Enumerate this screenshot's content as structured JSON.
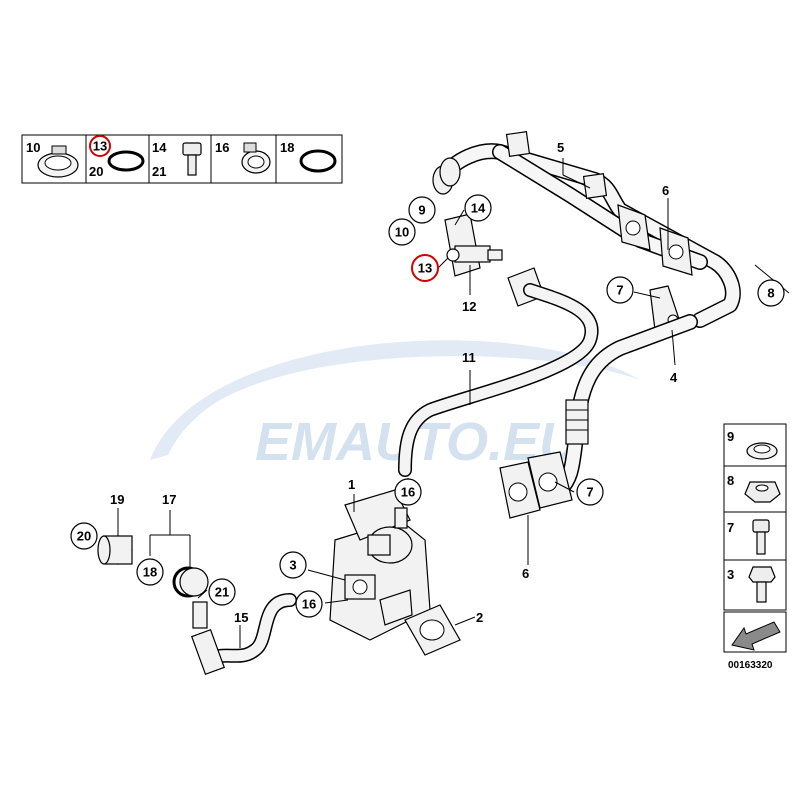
{
  "watermark": {
    "text": "EMAUTO.EU",
    "color": "#c6d7ea"
  },
  "colors": {
    "highlight": "#d40000",
    "line": "#000000"
  },
  "diagram_code": "00163320",
  "top_legend": {
    "cells": [
      {
        "top": "10",
        "bottom": ""
      },
      {
        "top": "13",
        "bottom": "20",
        "highlighted": true
      },
      {
        "top": "14",
        "bottom": "21"
      },
      {
        "top": "16",
        "bottom": ""
      },
      {
        "top": "18",
        "bottom": ""
      }
    ]
  },
  "side_legend": {
    "items": [
      "9",
      "8",
      "7",
      "3"
    ]
  },
  "callouts": {
    "c1": "1",
    "c2": "2",
    "c3": "3",
    "c4": "4",
    "c5": "5",
    "c6a": "6",
    "c6b": "6",
    "c7a": "7",
    "c7b": "7",
    "c8": "8",
    "c9": "9",
    "c10": "10",
    "c11": "11",
    "c12": "12",
    "c13": "13",
    "c14": "14",
    "c15": "15",
    "c16a": "16",
    "c16b": "16",
    "c17": "17",
    "c18": "18",
    "c19": "19",
    "c20": "20",
    "c21": "21"
  }
}
